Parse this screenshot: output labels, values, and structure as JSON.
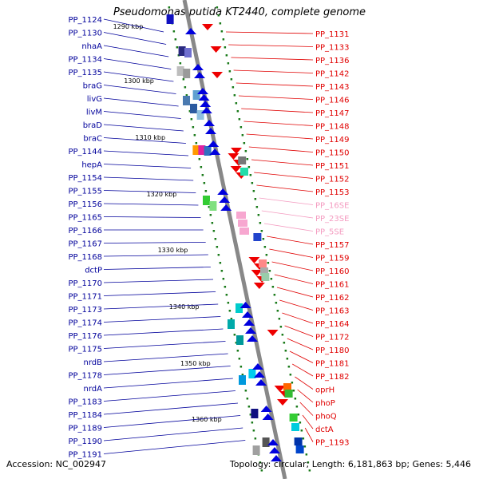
{
  "title": "Pseudomonas putida KT2440, complete genome",
  "footer": {
    "accession": "Accession: NC_002947",
    "summary": "Topology: circular; Length: 6,181,863 bp; Genes: 5,446"
  },
  "colors": {
    "left_label": "#00009b",
    "right_label": "#e00000",
    "rna_label": "#f49bc0",
    "backbone": "#888888",
    "tick": "#1a7a1a"
  },
  "kbp_ticks": [
    "1290 kbp",
    "1300 kbp",
    "1310 kbp",
    "1320 kbp",
    "1330 kbp",
    "1340 kbp",
    "1350 kbp",
    "1360 kbp"
  ],
  "left_labels": [
    "PP_1124",
    "PP_1130",
    "nhaA",
    "PP_1134",
    "PP_1135",
    "braG",
    "livG",
    "livM",
    "braD",
    "braC",
    "PP_1144",
    "hepA",
    "PP_1154",
    "PP_1155",
    "PP_1156",
    "PP_1165",
    "PP_1166",
    "PP_1167",
    "PP_1168",
    "dctP",
    "PP_1170",
    "PP_1171",
    "PP_1173",
    "PP_1174",
    "PP_1176",
    "PP_1175",
    "nrdB",
    "PP_1178",
    "nrdA",
    "PP_1183",
    "PP_1184",
    "PP_1189",
    "PP_1190",
    "PP_1191"
  ],
  "right_labels": [
    "PP_1131",
    "PP_1133",
    "PP_1136",
    "PP_1142",
    "PP_1143",
    "PP_1146",
    "PP_1147",
    "PP_1148",
    "PP_1149",
    "PP_1150",
    "PP_1151",
    "PP_1152",
    "PP_1153",
    "PP_16SE",
    "PP_23SE",
    "PP_5SE",
    "PP_1157",
    "PP_1159",
    "PP_1160",
    "PP_1161",
    "PP_1162",
    "PP_1163",
    "PP_1164",
    "PP_1172",
    "PP_1180",
    "PP_1181",
    "PP_1182",
    "oprH",
    "phoP",
    "phoQ",
    "dctA",
    "PP_1193"
  ]
}
